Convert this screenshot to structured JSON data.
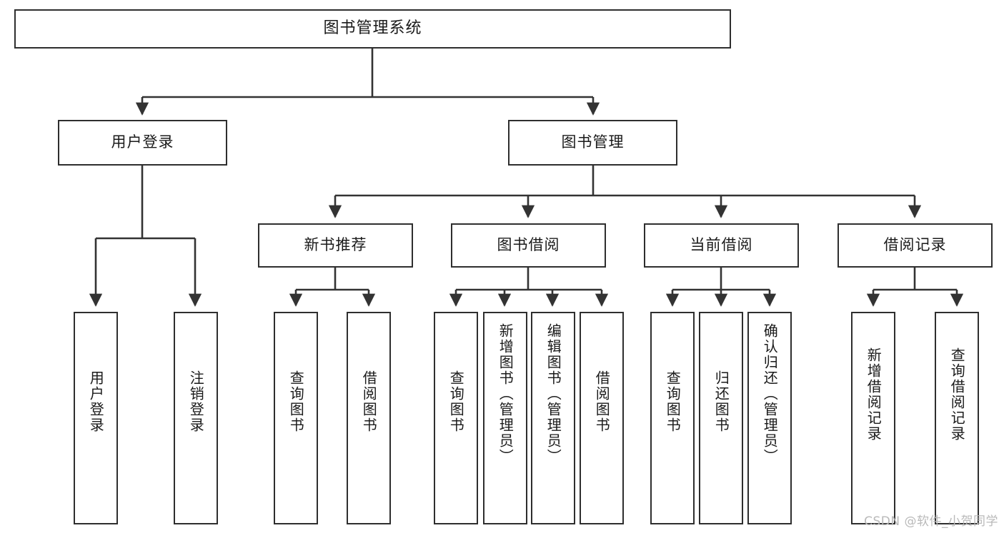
{
  "diagram": {
    "title": "图书管理系统",
    "type": "tree",
    "root": {
      "label": "图书管理系统"
    },
    "level2": [
      {
        "label": "用户登录"
      },
      {
        "label": "图书管理"
      }
    ],
    "level3": [
      {
        "label": "新书推荐"
      },
      {
        "label": "图书借阅"
      },
      {
        "label": "当前借阅"
      },
      {
        "label": "借阅记录"
      }
    ],
    "leaves": {
      "user_login": [
        {
          "label": "用户登录"
        },
        {
          "label": "注销登录"
        }
      ],
      "new_book_recommend": [
        {
          "label": "查询图书"
        },
        {
          "label": "借阅图书"
        }
      ],
      "book_borrow": [
        {
          "label": "查询图书"
        },
        {
          "label": "新增图书（管理员）"
        },
        {
          "label": "编辑图书（管理员）"
        },
        {
          "label": "借阅图书"
        }
      ],
      "current_borrow": [
        {
          "label": "查询图书"
        },
        {
          "label": "归还图书"
        },
        {
          "label": "确认归还（管理员）"
        }
      ],
      "borrow_record": [
        {
          "label": "新增借阅记录"
        },
        {
          "label": "查询借阅记录"
        }
      ]
    }
  },
  "watermark": {
    "text": "CSDN @软件_小贺同学"
  },
  "colors": {
    "box_border": "#2e2e2e",
    "box_fill": "#ffffff",
    "edge": "#333333",
    "text": "#1a1a1a",
    "watermark": "#b9b9b9",
    "background": "#ffffff"
  }
}
